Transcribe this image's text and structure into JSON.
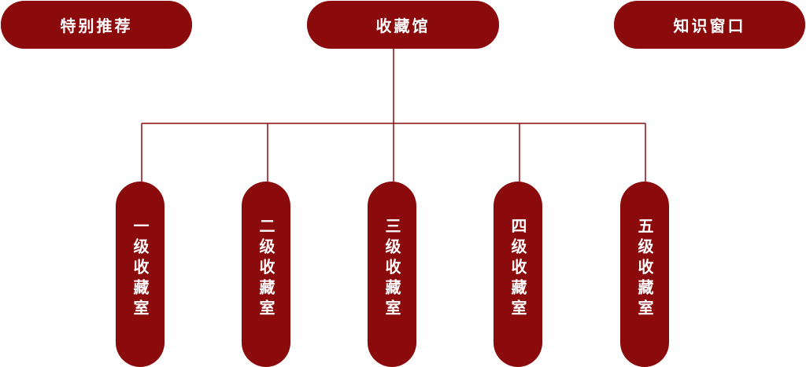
{
  "colors": {
    "accent": "#8b0a0c",
    "line": "#8b0a0c",
    "text": "#ffffff"
  },
  "nav": {
    "featured_label": "特别推荐",
    "museum_label": "收藏馆",
    "knowledge_label": "知识窗口"
  },
  "rooms": [
    {
      "label": "一级收藏室"
    },
    {
      "label": "二级收藏室"
    },
    {
      "label": "三级收藏室"
    },
    {
      "label": "四级收藏室"
    },
    {
      "label": "五级收藏室"
    }
  ]
}
